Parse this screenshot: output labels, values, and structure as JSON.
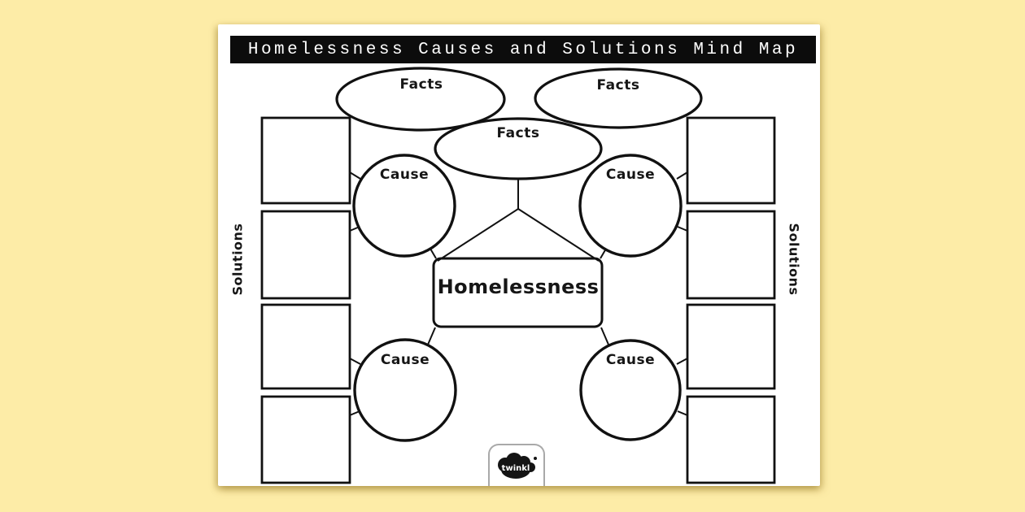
{
  "page": {
    "background_color": "#FDECA7",
    "paper_color": "#FFFFFF"
  },
  "header": {
    "title": "Homelessness Causes and Solutions Mind Map",
    "bar_color": "#0C0C0C",
    "text_color": "#FFFFFF"
  },
  "mindmap": {
    "center_label": "Homelessness",
    "facts": [
      {
        "label": "Facts",
        "position": "top-left"
      },
      {
        "label": "Facts",
        "position": "top-right"
      },
      {
        "label": "Facts",
        "position": "center"
      }
    ],
    "causes": [
      {
        "label": "Cause",
        "position": "upper-left"
      },
      {
        "label": "Cause",
        "position": "upper-right"
      },
      {
        "label": "Cause",
        "position": "lower-left"
      },
      {
        "label": "Cause",
        "position": "lower-right"
      }
    ],
    "solutions": {
      "left_label": "Solutions",
      "right_label": "Solutions",
      "left_box_count": 4,
      "right_box_count": 4
    },
    "stroke_color": "#111111"
  },
  "branding": {
    "logo_text": "twinkl"
  }
}
